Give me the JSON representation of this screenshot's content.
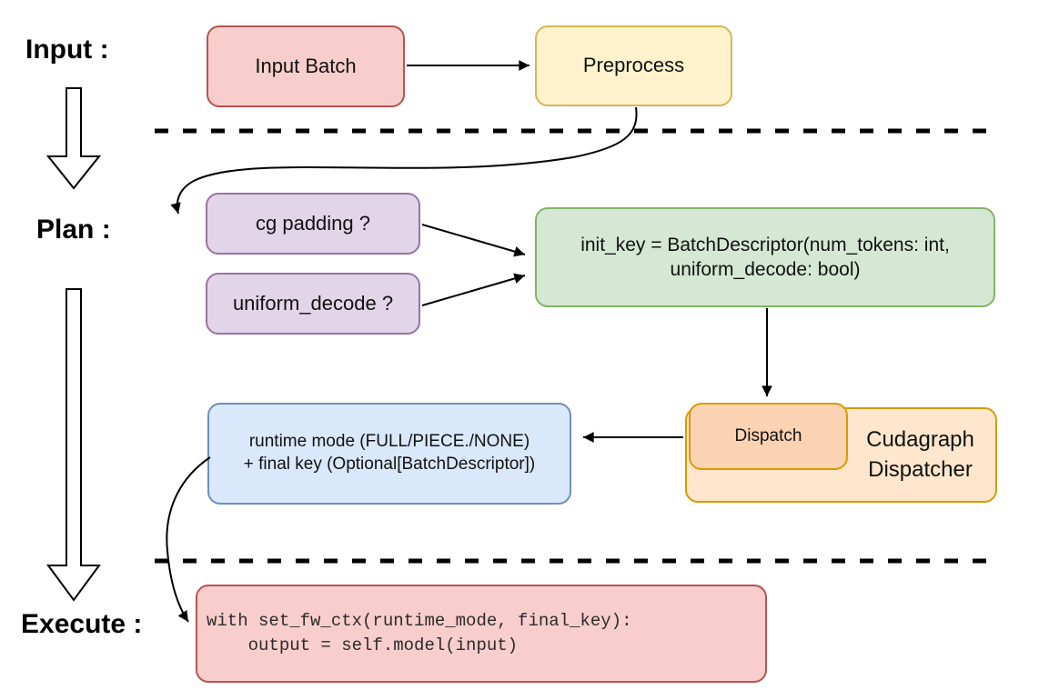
{
  "stages": {
    "input": "Input :",
    "plan": "Plan :",
    "execute": "Execute :"
  },
  "nodes": {
    "input_batch": {
      "label": "Input Batch"
    },
    "preprocess": {
      "label": "Preprocess"
    },
    "cg_padding": {
      "label": "cg padding ?"
    },
    "uniform_decode": {
      "label": "uniform_decode ?"
    },
    "init_key": {
      "line1": "init_key = BatchDescriptor(num_tokens: int,",
      "line2": "uniform_decode: bool)"
    },
    "runtime_mode": {
      "line1": "runtime mode (FULL/PIECE./NONE)",
      "line2": "+ final key (Optional[BatchDescriptor])"
    },
    "dispatch": {
      "label": "Dispatch"
    },
    "cudagraph_dispatcher": {
      "line1": "Cudagraph",
      "line2": "Dispatcher"
    },
    "execute_code": {
      "line1": "with set_fw_ctx(runtime_mode, final_key):",
      "line2": "    output = self.model(input)"
    }
  },
  "palette": {
    "red_fill": "#f8cecc",
    "red_stroke": "#b85450",
    "yellow_fill": "#fff2cc",
    "yellow_stroke": "#d6b656",
    "purple_fill": "#e1d5e7",
    "purple_stroke": "#9673a6",
    "green_fill": "#d5e8d4",
    "green_stroke": "#82b366",
    "blue_fill": "#dae8fc",
    "blue_stroke": "#6c8ebf",
    "orange_fill": "#ffe6cc",
    "orange_stroke": "#d79b00",
    "peach_fill": "#fbd2b2",
    "connector": "#000000"
  }
}
